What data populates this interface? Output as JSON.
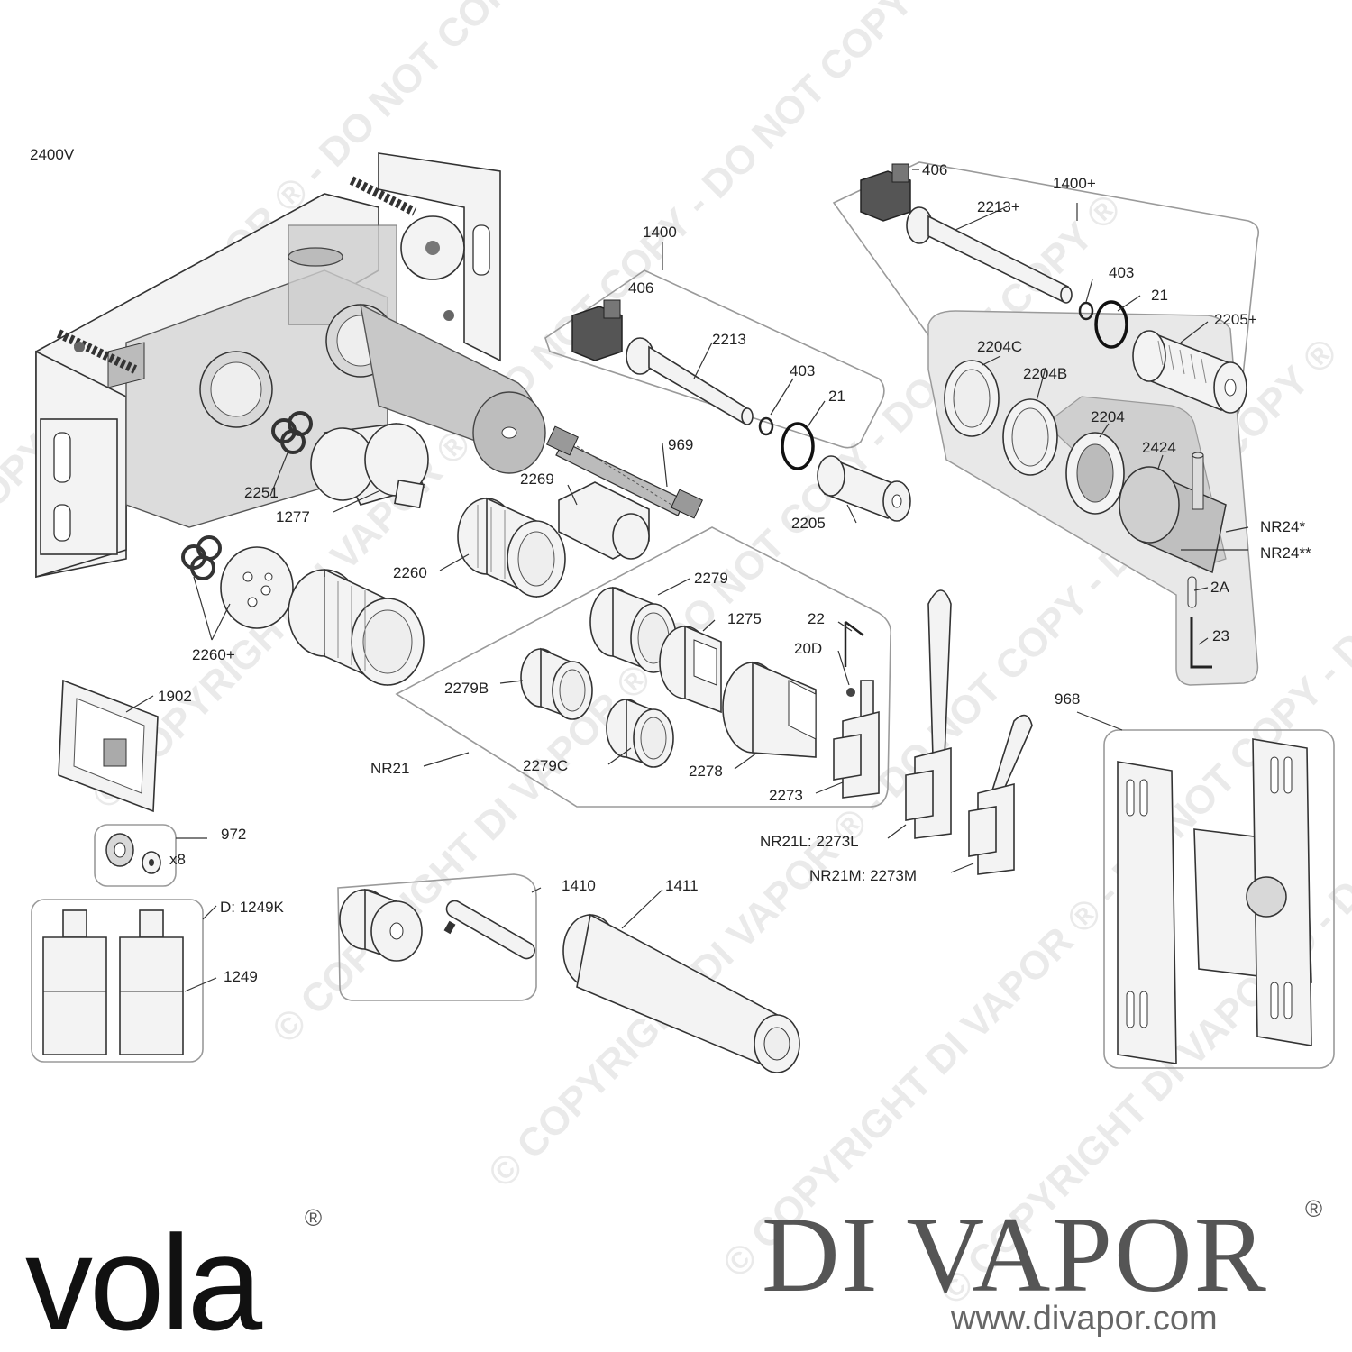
{
  "assembly_code": "2400V",
  "watermark_text": "© COPYRIGHT DI VAPOR ® - DO NOT COPY - DO NOT COPY ®",
  "labels": {
    "p406a": "406",
    "p1400plus": "1400+",
    "p2213plus": "2213+",
    "p403a": "403",
    "p21a": "21",
    "p2205plus": "2205+",
    "p1400": "1400",
    "p406b": "406",
    "p2213": "2213",
    "p403b": "403",
    "p21b": "21",
    "p2204C": "2204C",
    "p2204B": "2204B",
    "p2204": "2204",
    "p2424": "2424",
    "p969": "969",
    "p2269": "2269",
    "p2251": "2251",
    "p1277": "1277",
    "p2205": "2205",
    "pNR24a": "NR24*",
    "pNR24b": "NR24**",
    "p2260": "2260",
    "p2279": "2279",
    "p1275": "1275",
    "p22": "22",
    "p20D": "20D",
    "p2A": "2A",
    "p23": "23",
    "p2260plus": "2260+",
    "p2279B": "2279B",
    "p1902": "1902",
    "p968": "968",
    "p2279C": "2279C",
    "p2278": "2278",
    "pNR21": "NR21",
    "p2273": "2273",
    "p972": "972",
    "px8": "x8",
    "pNR21L": "NR21L: 2273L",
    "pNR21M": "NR21M: 2273M",
    "p1410": "1410",
    "p1411": "1411",
    "pD1249K": "D: 1249K",
    "p1249": "1249"
  },
  "brand": {
    "vola": "vola",
    "vola_reg": "®",
    "divapor": "DI VAPOR",
    "divapor_reg": "®",
    "url": "www.divapor.com"
  }
}
